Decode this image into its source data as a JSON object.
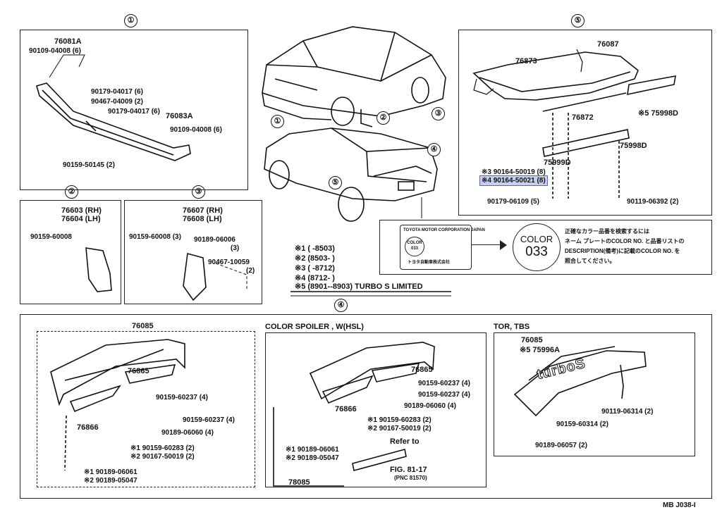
{
  "callouts": [
    "①",
    "②",
    "③",
    "④",
    "⑤",
    "④"
  ],
  "panel1": {
    "pn_main": "76081A",
    "pn_r": "76083A",
    "parts": [
      "90109-04008 (6)",
      "90179-04017 (6)",
      "90467-04009 (2)",
      "90179-04017 (6)",
      "90109-04008 (6)",
      "90159-50145 (2)"
    ]
  },
  "panel2": {
    "pn_rh": "76603 (RH)",
    "pn_lh": "76604 (LH)",
    "part": "90159-60008"
  },
  "panel3": {
    "pn_rh": "76607 (RH)",
    "pn_lh": "76608 (LH)",
    "parts": [
      "90159-60008 (3)",
      "90189-06006",
      "(3)",
      "90467-10059",
      "(2)"
    ]
  },
  "panel5": {
    "pns": [
      "76873",
      "76087",
      "76872",
      "75998D",
      "75998D",
      "75999D"
    ],
    "star5": "※5 75998D",
    "parts": [
      "※3 90164-50019 (8)",
      "※4 90164-50021 (8)",
      "90179-06109 (5)",
      "90119-06392 (2)"
    ]
  },
  "notes": [
    "※1 (       -8503)",
    "※2 (8503-       )",
    "※3 (       -8712)",
    "※4 (8712-       )",
    "※5 (8901--8903) TURBO S  LIMITED"
  ],
  "color": {
    "plate_text": "TOYOTA MOTOR CORPORATION JAPAN",
    "color_small": "COLOR",
    "color_small_no": "033",
    "plate_bottom": "トヨタ自動車株式会社",
    "badge_top": "COLOR",
    "badge_no": "033",
    "jp": [
      "正確なカラー品番を検索するには",
      "ネーム プレートのCOLOR NO. と品番リストの",
      "DESCRIPTION(備考)に記載のCOLOR NO. を",
      "照合してください。"
    ]
  },
  "bottom_left": {
    "pn": "76085",
    "pn2": "76865",
    "pn3": "76866",
    "parts": [
      "90159-60237 (4)",
      "90159-60237 (4)",
      "90189-06060 (4)",
      "※1 90159-60283 (2)",
      "※2 90167-50019 (2)",
      "※1 90189-06061",
      "※2 90189-05047"
    ]
  },
  "bottom_mid": {
    "title": "COLOR SPOILER  , W(HSL)",
    "pn2": "76865",
    "pn3": "76866",
    "pn_bottom": "78085",
    "parts": [
      "90159-60237 (4)",
      "90159-60237 (4)",
      "90189-06060 (4)",
      "※1 90159-60283 (2)",
      "※2 90167-50019 (2)",
      "※1 90189-06061",
      "※2 90189-05047"
    ],
    "refer": [
      "Refer to",
      "FIG. 81-17",
      "(PNC 81570)"
    ]
  },
  "bottom_right": {
    "title": "TOR, TBS",
    "pn": "76085",
    "star": "※5 75996A",
    "badge": "turboS",
    "parts": [
      "90119-06314 (2)",
      "90159-60314 (2)",
      "90189-06057 (2)"
    ]
  },
  "footer": "MB  J038-I"
}
